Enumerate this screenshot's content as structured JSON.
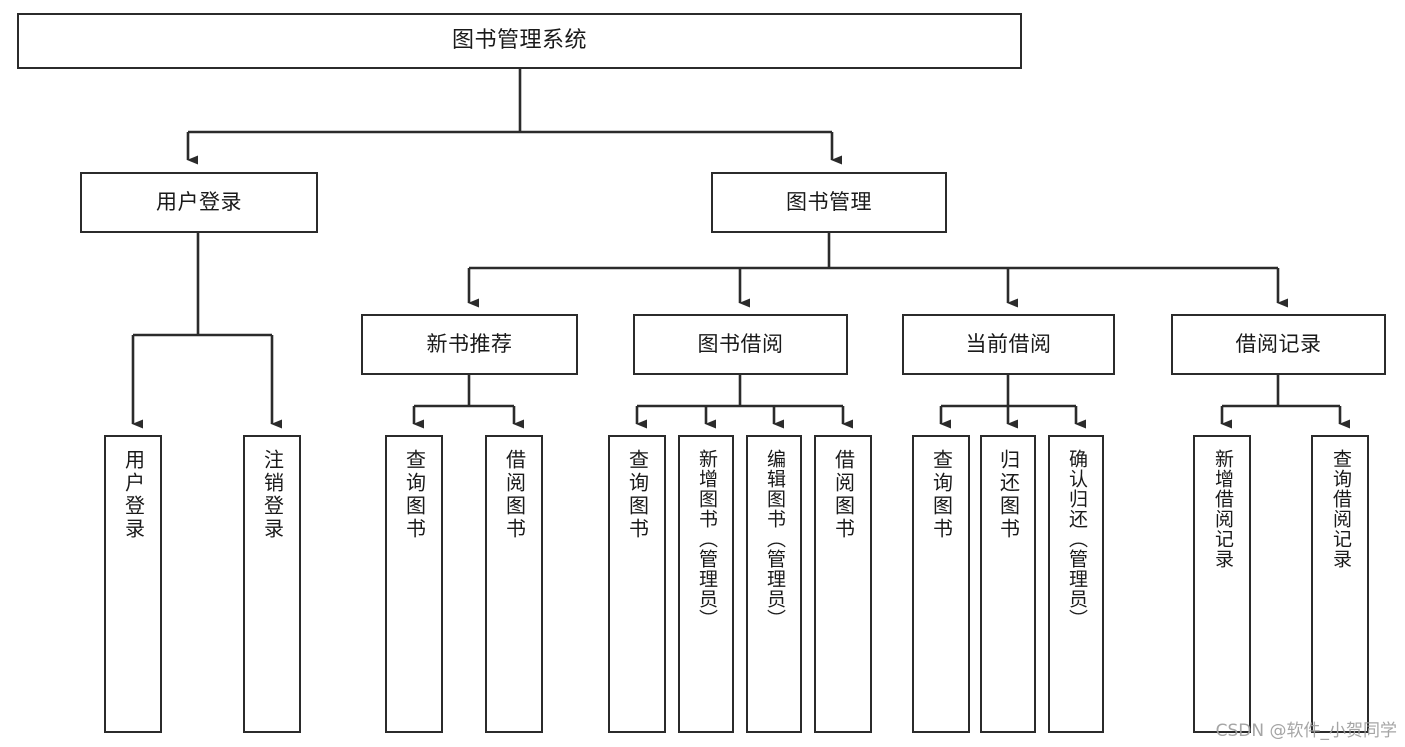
{
  "diagram": {
    "title": "图书管理系统",
    "type": "tree-hierarchy-diagram",
    "colors": {
      "box_border": "#2b2b2b",
      "box_fill": "#ffffff",
      "edge": "#2b2b2b",
      "text": "#1a1a1a",
      "watermark": "#9e9e9e",
      "background": "#ffffff"
    },
    "nodes": {
      "root": "图书管理系统",
      "level2": {
        "user_login": "用户登录",
        "book_manage": "图书管理"
      },
      "level3": {
        "new_book_rec": "新书推荐",
        "book_borrow": "图书借阅",
        "current_borrow": "当前借阅",
        "borrow_record": "借阅记录"
      },
      "leaves": {
        "user_login_1": "用户登录",
        "user_login_2": "注销登录",
        "new_book_rec_1": "查询图书",
        "new_book_rec_2": "借阅图书",
        "book_borrow_1": "查询图书",
        "book_borrow_2": "新增图书（管理员）",
        "book_borrow_3": "编辑图书（管理员）",
        "book_borrow_4": "借阅图书",
        "current_borrow_1": "查询图书",
        "current_borrow_2": "归还图书",
        "current_borrow_3": "确认归还（管理员）",
        "borrow_record_1": "新增借阅记录",
        "borrow_record_2": "查询借阅记录"
      }
    },
    "watermark": "CSDN @软件_小贺同学"
  }
}
